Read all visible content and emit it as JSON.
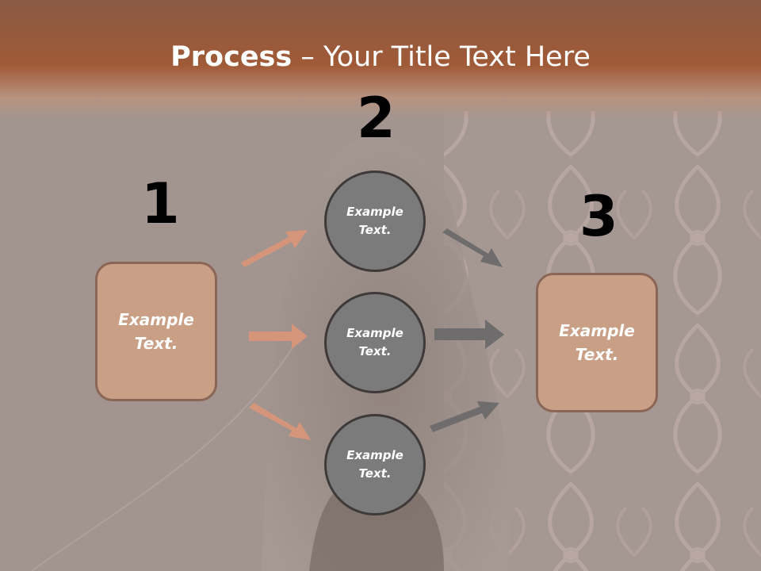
{
  "title": {
    "bold": "Process",
    "rest": " – Your Title Text Here"
  },
  "steps": {
    "one": "1",
    "two": "2",
    "three": "3"
  },
  "left_box": {
    "text": "Example\nText."
  },
  "circles": [
    {
      "text": "Example\nText."
    },
    {
      "text": "Example\nText."
    },
    {
      "text": "Example\nText."
    }
  ],
  "right_box": {
    "text": "Example\nText."
  },
  "colors": {
    "header": "#a05a37",
    "box_fill": "#c99f85",
    "box_border": "#8a6656",
    "circle_fill": "#7c7b7b",
    "circle_border": "#3d3a39",
    "arrow_in": "#d4957a",
    "arrow_out": "#6e6c6c"
  },
  "background": {
    "description_icon": "damask-wallpaper-photo"
  }
}
